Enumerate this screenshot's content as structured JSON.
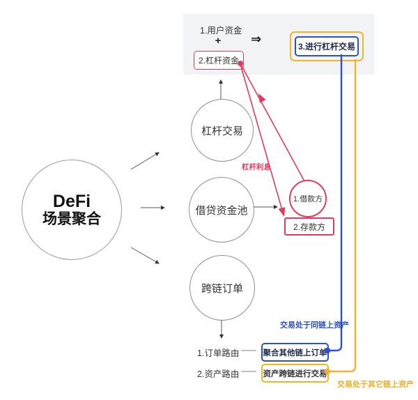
{
  "colors": {
    "red": "#e23b5e",
    "blue": "#2b50c8",
    "yellow": "#f0b32e",
    "panel_bg": "#f2f3f5"
  },
  "top_panel": {
    "user_funds": "1.用户资金",
    "plus_sign": "+",
    "implies_arrow": "⇒",
    "leverage_funds": "2.杠杆资金",
    "leverage_trade": "3.进行杠杆交易"
  },
  "hub": {
    "line1": "DeFi",
    "line2": "场景聚合"
  },
  "scenarios": [
    {
      "label": "杠杆交易"
    },
    {
      "label": "借贷资金池"
    },
    {
      "label": "跨链订单"
    }
  ],
  "lending": {
    "borrower": "1.借款方",
    "depositor": "2.存款方",
    "interest_label": "杠杆利息"
  },
  "routing": {
    "order_label": "1.订单路由",
    "order_box": "聚合其他链上订单",
    "asset_label": "2.资产路由",
    "asset_box": "资产跨链进行交易",
    "same_chain_note": "交易处于同链上资产",
    "other_chain_note": "交易处于其它链上资产"
  }
}
